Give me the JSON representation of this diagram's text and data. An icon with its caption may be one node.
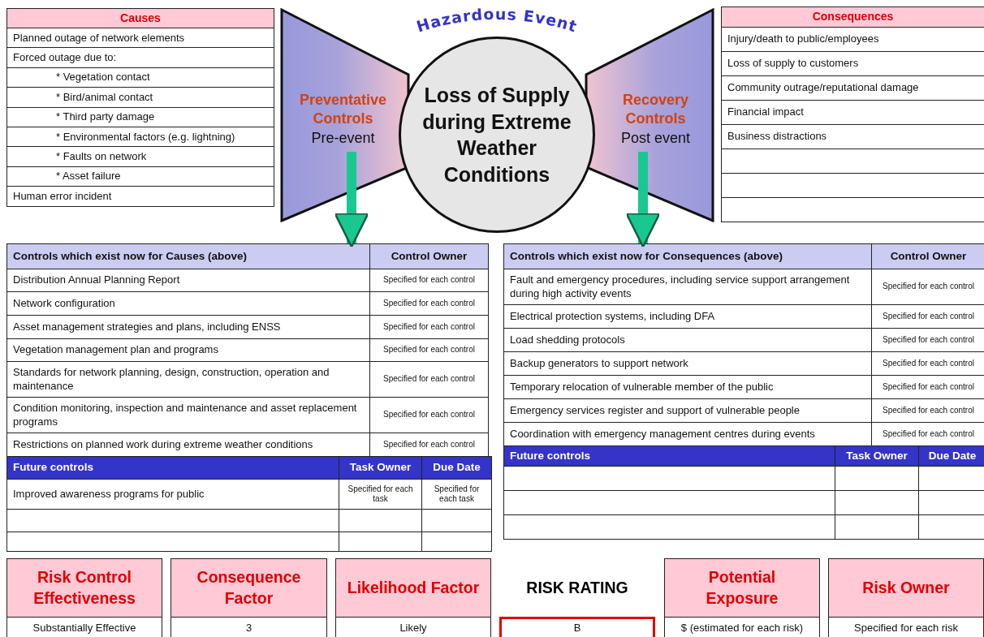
{
  "diagram": {
    "nodes": [
      {
        "text": [
          "Preventative Controls",
          "Pre-event"
        ]
      },
      {
        "text": [
          "Loss of Supply during Extreme Weather Conditions"
        ],
        "beside": [
          "Hazardous Event"
        ]
      },
      {
        "text": [
          "Recovery Controls",
          "Post event"
        ]
      },
      {
        "text": [
          "Controls which exist now for Causes (above)"
        ]
      },
      {
        "text": [
          "Controls which exist now for Consequences (above)"
        ]
      }
    ],
    "edges": [
      {
        "from": 0,
        "to": 3,
        "arrow": "to"
      },
      {
        "from": 2,
        "to": 4,
        "arrow": "to"
      }
    ],
    "labels": [
      "Causes",
      "Planned outage of network elements",
      "Forced outage due to:",
      "* Vegetation contact",
      "* Bird/animal contact",
      "* Third party damage",
      "* Environmental factors (e.g. lightning)",
      "* Faults on network",
      "* Asset failure",
      "Human error incident",
      "Consequences",
      "Injury/death to public/employees",
      "Loss of supply to customers",
      "Community outrage/reputational damage",
      "Financial impact",
      "Business distractions",
      "Control Owner",
      "Distribution Annual Planning Report",
      "Specified for each control",
      "Network configuration",
      "Specified for each control",
      "Asset management strategies and plans, including ENSS",
      "Specified for each control",
      "Vegetation management plan and programs",
      "Specified for each control",
      "Standards for network planning, design, construction, operation and maintenance",
      "Specified for each control",
      "Condition monitoring, inspection and maintenance and asset replacement programs",
      "Specified for each control",
      "Restrictions on planned work during extreme weather conditions",
      "Specified for each control",
      "Future controls",
      "Task Owner",
      "Due Date",
      "Improved awareness programs for public",
      "Specified for each task",
      "Specified for each task",
      "Control Owner",
      "Fault and emergency procedures, including service support arrangement during high activity events",
      "Specified for each control",
      "Electrical protection systems, including DFA",
      "Specified for each control",
      "Load shedding protocols",
      "Specified for each control",
      "Backup generators to support network",
      "Specified for each control",
      "Temporary relocation of vulnerable member of the public",
      "Specified for each control",
      "Emergency services register and support of vulnerable people",
      "Specified for each control",
      "Coordination with emergency management centres during events",
      "Specified for each control",
      "Future controls",
      "Task Owner",
      "Due Date",
      "Risk Control Effectiveness",
      "Consequence Factor",
      "Likelihood Factor",
      "RISK RATING",
      "Potential Exposure",
      "Risk Owner",
      "Substantially Effective",
      "3",
      "Likely",
      "B",
      "$ (estimated for each risk)",
      "Specified for each risk"
    ]
  }
}
